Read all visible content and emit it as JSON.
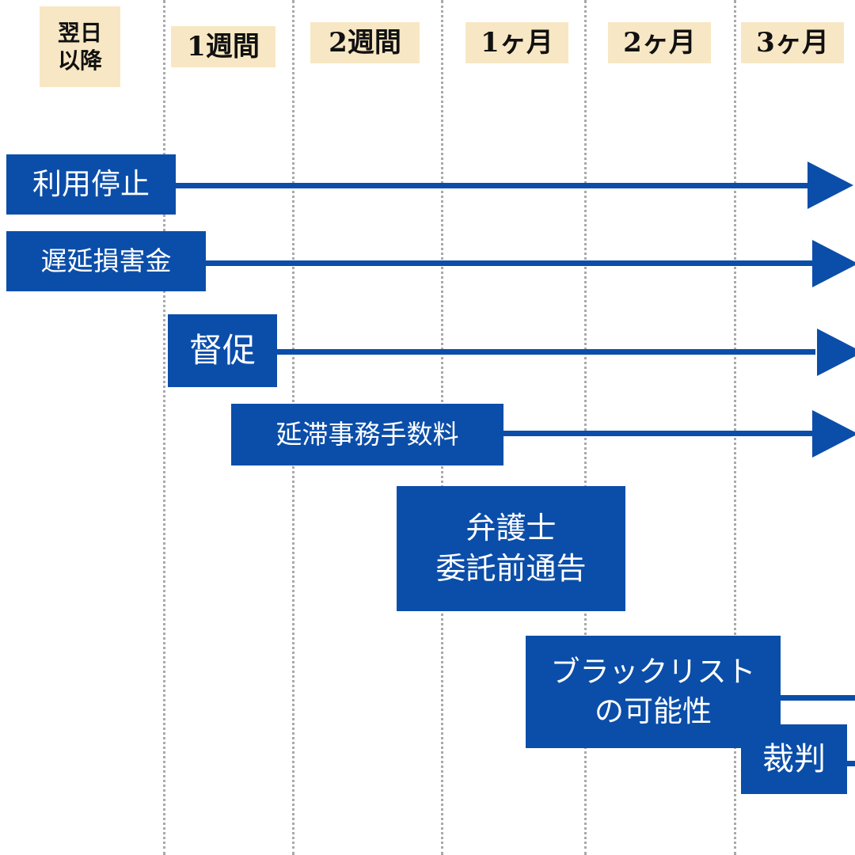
{
  "header": {
    "next_day_line1": "翌日",
    "next_day_line2": "以降",
    "week1": "1週間",
    "week2": "2週間",
    "month1": "1ヶ月",
    "month2": "2ヶ月",
    "month3": "3ヶ月"
  },
  "events": {
    "suspension": "利用停止",
    "late_fee": "遅延損害金",
    "reminder": "督促",
    "admin_fee": "延滞事務手数料",
    "lawyer_line1": "弁護士",
    "lawyer_line2": "委託前通告",
    "blacklist_line1": "ブラックリスト",
    "blacklist_line2": "の可能性",
    "trial": "裁判"
  },
  "colors": {
    "accent": "#0b4ea9",
    "header_bg": "#f8e7c4"
  }
}
